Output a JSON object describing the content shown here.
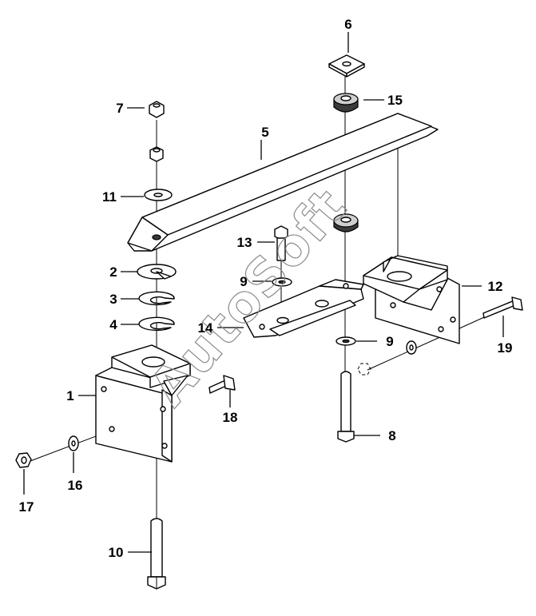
{
  "watermark": "AutoSoft",
  "labels": {
    "p1": "1",
    "p2": "2",
    "p3": "3",
    "p4": "4",
    "p5": "5",
    "p6": "6",
    "p7": "7",
    "p8": "8",
    "p9a": "9",
    "p9b": "9",
    "p10": "10",
    "p11": "11",
    "p12": "12",
    "p13": "13",
    "p14": "14",
    "p15": "15",
    "p16": "16",
    "p17": "17",
    "p18": "18",
    "p19": "19"
  }
}
